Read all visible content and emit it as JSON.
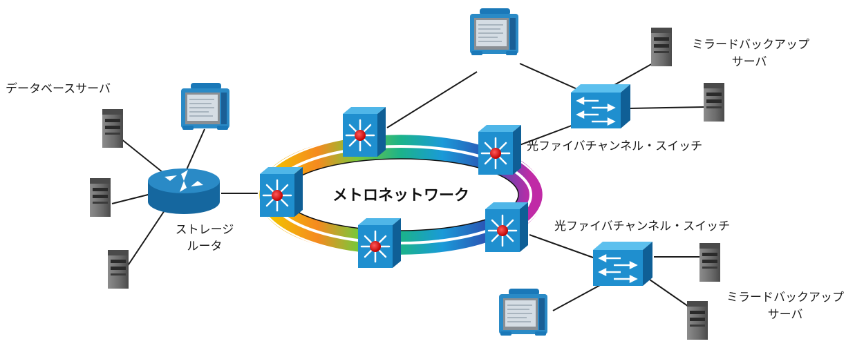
{
  "ring": {
    "title": "メトロネットワーク"
  },
  "labels": {
    "database_server": "データベースサーバ",
    "storage_router_line1": "ストレージ",
    "storage_router_line2": "ルータ",
    "fc_switch_top": "光ファイバチャンネル・スイッチ",
    "fc_switch_bottom": "光ファイバチャンネル・スイッチ",
    "mirror_top_line1": "ミラードバックアップ",
    "mirror_top_line2": "サーバ",
    "mirror_bottom_line1": "ミラードバックアップ",
    "mirror_bottom_line2": "サーバ"
  },
  "colors": {
    "device_blue": "#1f8fcf",
    "device_blue_dark": "#0f5f96",
    "router_blue": "#2a8ac6",
    "server_gray": "#6e6e6e",
    "hub_red": "#e8121b"
  }
}
